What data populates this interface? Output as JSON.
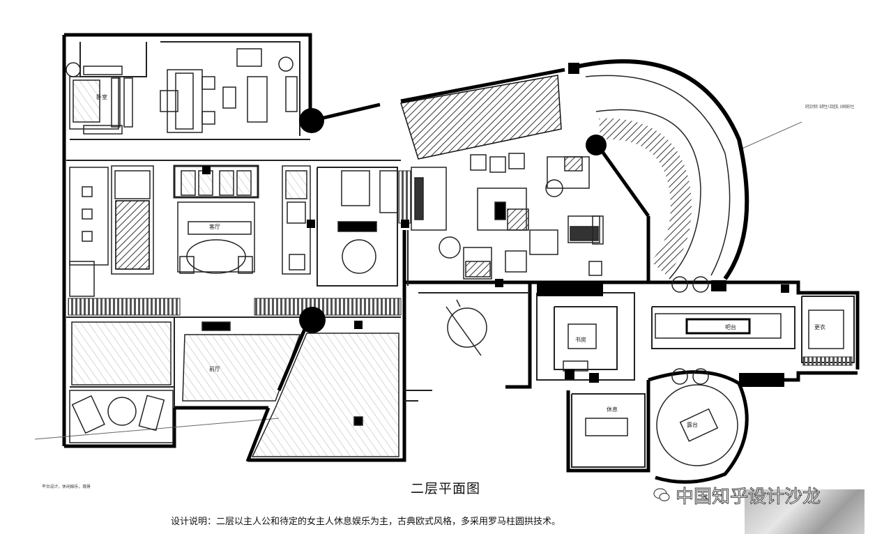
{
  "drawing": {
    "title": "二层平面图",
    "design_note": "设计说明：二层以主人公和待定的女主人休息娱乐为主，古典欧式风格，多采用罗马柱圆拱技术。",
    "watermark_text": "中国知乎设计沙龙",
    "room_labels": {
      "bedroom": "卧室",
      "foyer": "前厅",
      "living": "客厅",
      "study": "书房",
      "lounge": "休息",
      "terrace": "露台",
      "bar": "吧台",
      "dressing": "更衣"
    },
    "annotations": {
      "right_note": "卧室设计原则：私密性主人活动区域，以休闲娱乐为主",
      "left_note": "平台设计，休闲娱乐，观景"
    }
  },
  "colors": {
    "line": "#111111",
    "wall": "#000000",
    "hatch": "#555555",
    "paper": "#ffffff"
  }
}
